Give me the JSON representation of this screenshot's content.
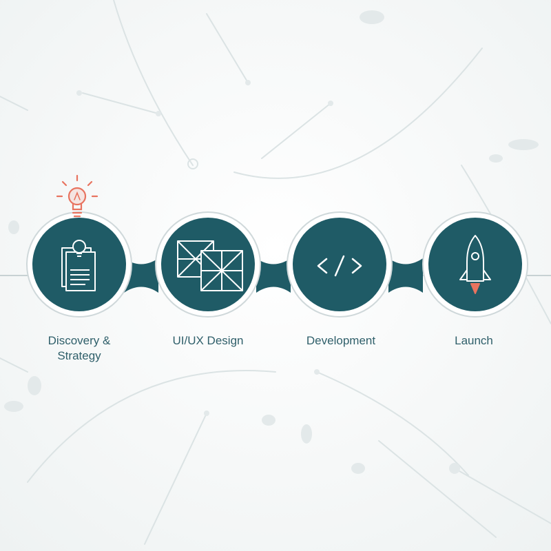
{
  "diagram": {
    "accent_color": "#e8735f",
    "node_color": "#1f5b66",
    "ring_color": "#cfd8da",
    "steps": [
      {
        "label": "Discovery &\nStrategy",
        "icon": "document-lightbulb-icon"
      },
      {
        "label": "UI/UX Design",
        "icon": "wireframe-icon"
      },
      {
        "label": "Development",
        "icon": "code-icon"
      },
      {
        "label": "Launch",
        "icon": "rocket-icon"
      }
    ],
    "top_icon": "lightbulb-icon"
  }
}
